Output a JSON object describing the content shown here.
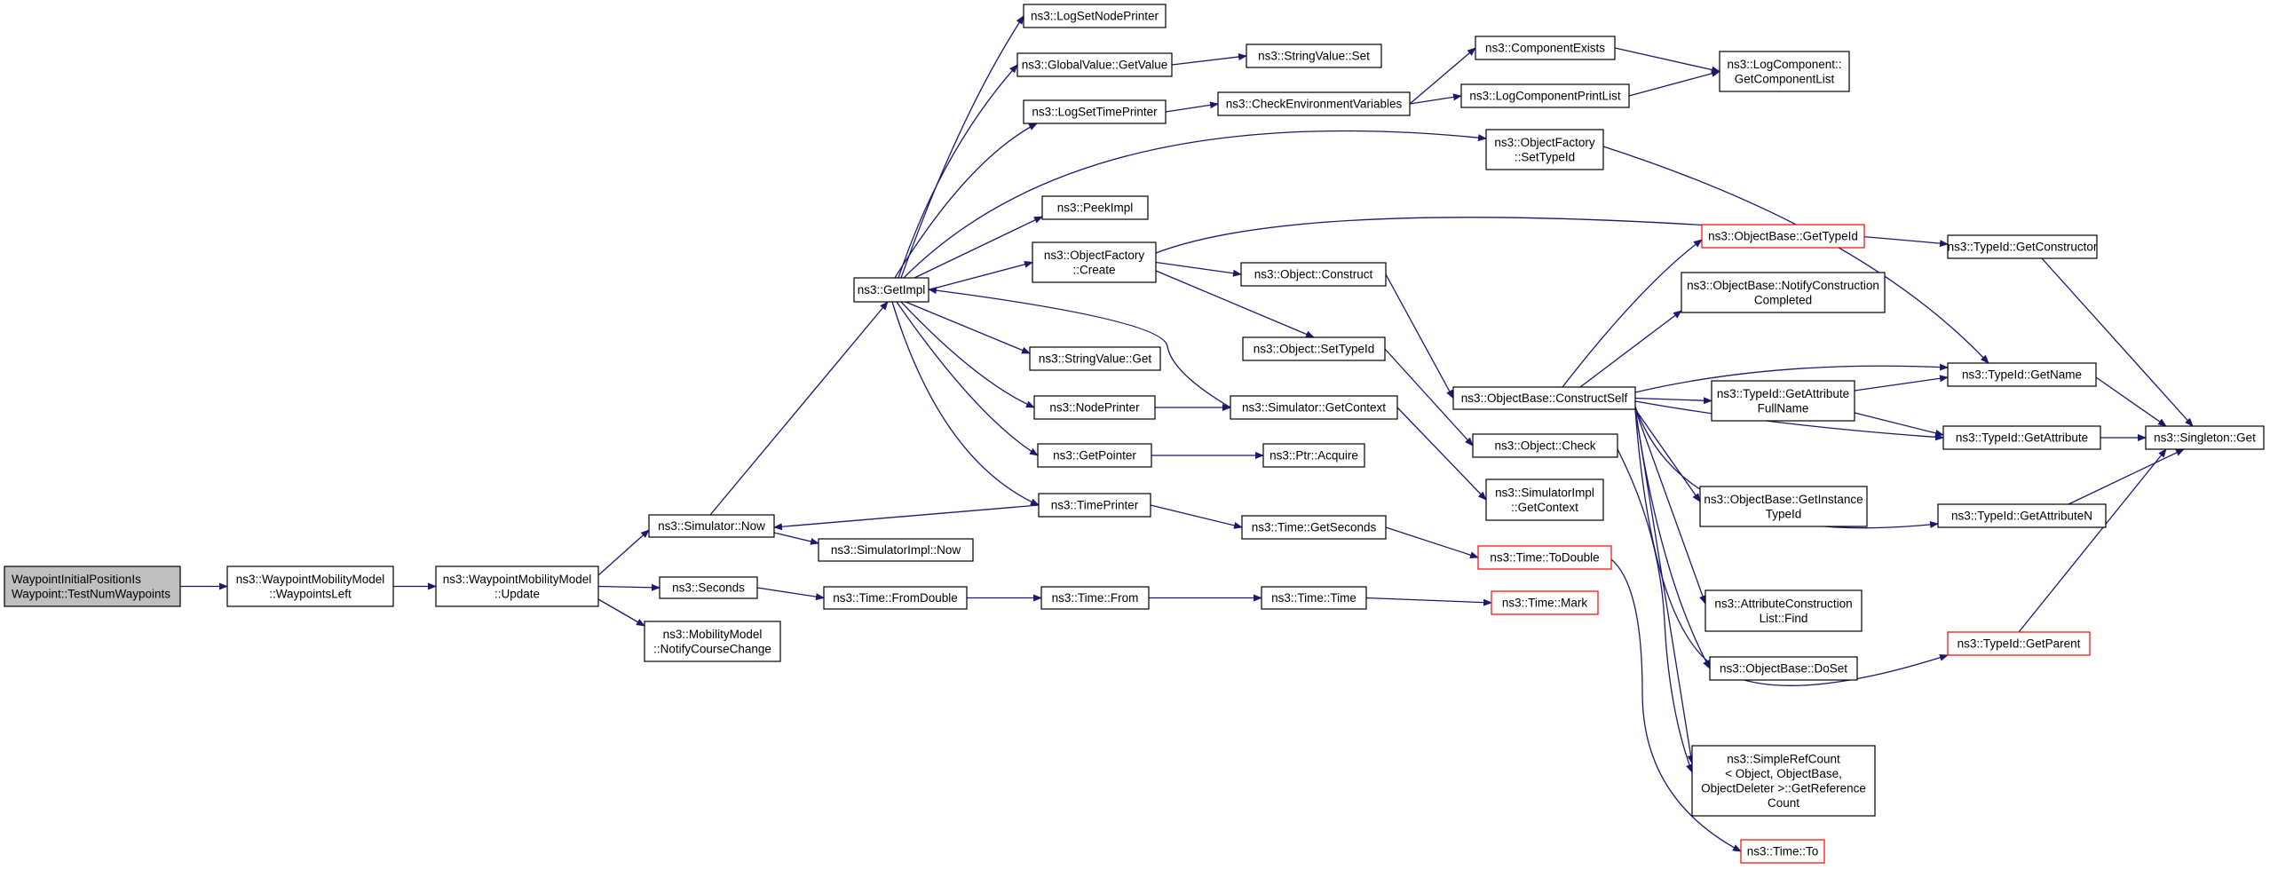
{
  "colors": {
    "edge": "#191970",
    "node_border": "#000000",
    "node_truncated": "#ff0000",
    "root_fill": "#bfbfbf",
    "node_fill": "#ffffff"
  },
  "nodes": [
    {
      "id": "root",
      "lines": [
        "WaypointInitialPositionIs",
        "Waypoint::TestNumWaypoints"
      ],
      "style": "root"
    },
    {
      "id": "wpleft",
      "lines": [
        "ns3::WaypointMobilityModel",
        "::WaypointsLeft"
      ],
      "style": "normal"
    },
    {
      "id": "update",
      "lines": [
        "ns3::WaypointMobilityModel",
        "::Update"
      ],
      "style": "normal"
    },
    {
      "id": "simnow",
      "lines": [
        "ns3::Simulator::Now"
      ],
      "style": "normal"
    },
    {
      "id": "seconds",
      "lines": [
        "ns3::Seconds"
      ],
      "style": "normal"
    },
    {
      "id": "notifycc",
      "lines": [
        "ns3::MobilityModel",
        "::NotifyCourseChange"
      ],
      "style": "normal"
    },
    {
      "id": "getimpl",
      "lines": [
        "ns3::GetImpl"
      ],
      "style": "normal"
    },
    {
      "id": "simimplnow",
      "lines": [
        "ns3::SimulatorImpl::Now"
      ],
      "style": "normal"
    },
    {
      "id": "fromdouble",
      "lines": [
        "ns3::Time::FromDouble"
      ],
      "style": "normal"
    },
    {
      "id": "logsetnode",
      "lines": [
        "ns3::LogSetNodePrinter"
      ],
      "style": "normal"
    },
    {
      "id": "gvgetvalue",
      "lines": [
        "ns3::GlobalValue::GetValue"
      ],
      "style": "normal"
    },
    {
      "id": "logsettime",
      "lines": [
        "ns3::LogSetTimePrinter"
      ],
      "style": "normal"
    },
    {
      "id": "peekimpl",
      "lines": [
        "ns3::PeekImpl"
      ],
      "style": "normal"
    },
    {
      "id": "ofcreate",
      "lines": [
        "ns3::ObjectFactory",
        "::Create"
      ],
      "style": "normal"
    },
    {
      "id": "svget",
      "lines": [
        "ns3::StringValue::Get"
      ],
      "style": "normal"
    },
    {
      "id": "nodeprinter",
      "lines": [
        "ns3::NodePrinter"
      ],
      "style": "normal"
    },
    {
      "id": "getpointer",
      "lines": [
        "ns3::GetPointer"
      ],
      "style": "normal"
    },
    {
      "id": "timeprinter",
      "lines": [
        "ns3::TimePrinter"
      ],
      "style": "normal"
    },
    {
      "id": "timefrom",
      "lines": [
        "ns3::Time::From"
      ],
      "style": "normal"
    },
    {
      "id": "svset",
      "lines": [
        "ns3::StringValue::Set"
      ],
      "style": "normal"
    },
    {
      "id": "checkenv",
      "lines": [
        "ns3::CheckEnvironmentVariables"
      ],
      "style": "normal"
    },
    {
      "id": "objconstruct",
      "lines": [
        "ns3::Object::Construct"
      ],
      "style": "normal"
    },
    {
      "id": "objsettypeid",
      "lines": [
        "ns3::Object::SetTypeId"
      ],
      "style": "normal"
    },
    {
      "id": "simgetctx",
      "lines": [
        "ns3::Simulator::GetContext"
      ],
      "style": "normal"
    },
    {
      "id": "ptracquire",
      "lines": [
        "ns3::Ptr::Acquire"
      ],
      "style": "normal"
    },
    {
      "id": "timegetsec",
      "lines": [
        "ns3::Time::GetSeconds"
      ],
      "style": "normal"
    },
    {
      "id": "timetime",
      "lines": [
        "ns3::Time::Time"
      ],
      "style": "normal"
    },
    {
      "id": "compexists",
      "lines": [
        "ns3::ComponentExists"
      ],
      "style": "normal"
    },
    {
      "id": "logcompprint",
      "lines": [
        "ns3::LogComponentPrintList"
      ],
      "style": "normal"
    },
    {
      "id": "ofsettypeid",
      "lines": [
        "ns3::ObjectFactory",
        "::SetTypeId"
      ],
      "style": "normal"
    },
    {
      "id": "obconstructself",
      "lines": [
        "ns3::ObjectBase::ConstructSelf"
      ],
      "style": "normal"
    },
    {
      "id": "objcheck",
      "lines": [
        "ns3::Object::Check"
      ],
      "style": "normal"
    },
    {
      "id": "simimplgetctx",
      "lines": [
        "ns3::SimulatorImpl",
        "::GetContext"
      ],
      "style": "normal"
    },
    {
      "id": "timetodouble",
      "lines": [
        "ns3::Time::ToDouble"
      ],
      "style": "truncated"
    },
    {
      "id": "timemark",
      "lines": [
        "ns3::Time::Mark"
      ],
      "style": "truncated"
    },
    {
      "id": "logcompgetlist",
      "lines": [
        "ns3::LogComponent::",
        "GetComponentList"
      ],
      "style": "normal"
    },
    {
      "id": "obgettypeid",
      "lines": [
        "ns3::ObjectBase::GetTypeId"
      ],
      "style": "truncated"
    },
    {
      "id": "obnotify",
      "lines": [
        "ns3::ObjectBase::NotifyConstruction",
        "Completed"
      ],
      "style": "normal"
    },
    {
      "id": "tidgetattrfull",
      "lines": [
        "ns3::TypeId::GetAttribute",
        "FullName"
      ],
      "style": "normal"
    },
    {
      "id": "obgetinstance",
      "lines": [
        "ns3::ObjectBase::GetInstance",
        "TypeId"
      ],
      "style": "normal"
    },
    {
      "id": "acfind",
      "lines": [
        "ns3::AttributeConstruction",
        "List::Find"
      ],
      "style": "normal"
    },
    {
      "id": "obdoset",
      "lines": [
        "ns3::ObjectBase::DoSet"
      ],
      "style": "normal"
    },
    {
      "id": "srcgetref",
      "lines": [
        "ns3::SimpleRefCount",
        "< Object, ObjectBase,",
        " ObjectDeleter >::GetReference",
        "Count"
      ],
      "style": "normal"
    },
    {
      "id": "timeto",
      "lines": [
        "ns3::Time::To"
      ],
      "style": "truncated"
    },
    {
      "id": "tidgetctor",
      "lines": [
        "ns3::TypeId::GetConstructor"
      ],
      "style": "normal"
    },
    {
      "id": "tidgetname",
      "lines": [
        "ns3::TypeId::GetName"
      ],
      "style": "normal"
    },
    {
      "id": "tidgetattr",
      "lines": [
        "ns3::TypeId::GetAttribute"
      ],
      "style": "normal"
    },
    {
      "id": "tidgetattrn",
      "lines": [
        "ns3::TypeId::GetAttributeN"
      ],
      "style": "normal"
    },
    {
      "id": "tidgetparent",
      "lines": [
        "ns3::TypeId::GetParent"
      ],
      "style": "truncated"
    },
    {
      "id": "singletonget",
      "lines": [
        "ns3::Singleton::Get"
      ],
      "style": "normal"
    }
  ],
  "edges": [
    [
      "root",
      "wpleft"
    ],
    [
      "wpleft",
      "update"
    ],
    [
      "update",
      "simnow"
    ],
    [
      "update",
      "seconds"
    ],
    [
      "update",
      "notifycc"
    ],
    [
      "simnow",
      "getimpl"
    ],
    [
      "simnow",
      "simimplnow"
    ],
    [
      "seconds",
      "fromdouble"
    ],
    [
      "fromdouble",
      "timefrom"
    ],
    [
      "timefrom",
      "timetime"
    ],
    [
      "timetime",
      "timemark"
    ],
    [
      "getimpl",
      "logsetnode"
    ],
    [
      "getimpl",
      "gvgetvalue"
    ],
    [
      "getimpl",
      "logsettime"
    ],
    [
      "getimpl",
      "ofsettypeid"
    ],
    [
      "getimpl",
      "peekimpl"
    ],
    [
      "getimpl",
      "ofcreate"
    ],
    [
      "getimpl",
      "svget"
    ],
    [
      "getimpl",
      "nodeprinter"
    ],
    [
      "getimpl",
      "getpointer"
    ],
    [
      "getimpl",
      "timeprinter"
    ],
    [
      "gvgetvalue",
      "svset"
    ],
    [
      "logsettime",
      "checkenv"
    ],
    [
      "checkenv",
      "compexists"
    ],
    [
      "checkenv",
      "logcompprint"
    ],
    [
      "compexists",
      "logcompgetlist"
    ],
    [
      "logcompprint",
      "logcompgetlist"
    ],
    [
      "ofsettypeid",
      "tidgetname"
    ],
    [
      "ofcreate",
      "tidgetctor"
    ],
    [
      "ofcreate",
      "objconstruct"
    ],
    [
      "ofcreate",
      "objsettypeid"
    ],
    [
      "objconstruct",
      "obconstructself"
    ],
    [
      "objsettypeid",
      "objcheck"
    ],
    [
      "nodeprinter",
      "simgetctx"
    ],
    [
      "simgetctx",
      "getimpl"
    ],
    [
      "simgetctx",
      "simimplgetctx"
    ],
    [
      "getpointer",
      "ptracquire"
    ],
    [
      "timeprinter",
      "simnow"
    ],
    [
      "timeprinter",
      "timegetsec"
    ],
    [
      "timegetsec",
      "timetodouble"
    ],
    [
      "timetodouble",
      "timeto"
    ],
    [
      "obconstructself",
      "obgettypeid"
    ],
    [
      "obconstructself",
      "obnotify"
    ],
    [
      "obconstructself",
      "tidgetname"
    ],
    [
      "obconstructself",
      "tidgetattrfull"
    ],
    [
      "obconstructself",
      "tidgetattr"
    ],
    [
      "obconstructself",
      "obgetinstance"
    ],
    [
      "obconstructself",
      "tidgetattrn"
    ],
    [
      "obconstructself",
      "acfind"
    ],
    [
      "obconstructself",
      "obdoset"
    ],
    [
      "obconstructself",
      "tidgetparent"
    ],
    [
      "obconstructself",
      "srcgetref"
    ],
    [
      "tidgetattrfull",
      "tidgetname"
    ],
    [
      "tidgetattrfull",
      "tidgetattr"
    ],
    [
      "tidgetctor",
      "singletonget"
    ],
    [
      "tidgetname",
      "singletonget"
    ],
    [
      "tidgetattr",
      "singletonget"
    ],
    [
      "tidgetattrn",
      "singletonget"
    ],
    [
      "tidgetparent",
      "singletonget"
    ],
    [
      "objcheck",
      "srcgetref"
    ]
  ]
}
